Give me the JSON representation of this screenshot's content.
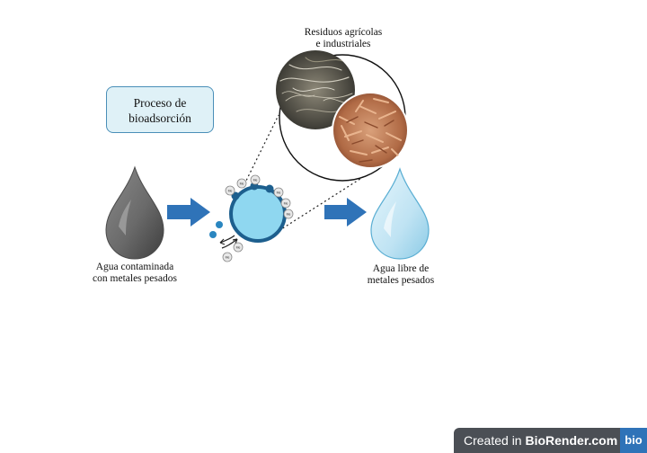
{
  "process_label": [
    "Proceso de",
    "bioadsorción"
  ],
  "waste_label": [
    "Residuos agrícolas",
    "e industriales"
  ],
  "contaminated_label": [
    "Agua contaminada",
    "con metales pesados"
  ],
  "clean_label": [
    "Agua libre de",
    "metales pesados"
  ],
  "ion_label": "Me",
  "brand": {
    "prefix": "Created in ",
    "name": "BioRender.com",
    "logo": "bio"
  },
  "colors": {
    "accent": "#2f73b8",
    "sorbent": "#8fd7f0",
    "box_fill": "#dff1f7",
    "dark_drop": "#6e6e6e",
    "clean_drop": "#bfe3f3"
  }
}
